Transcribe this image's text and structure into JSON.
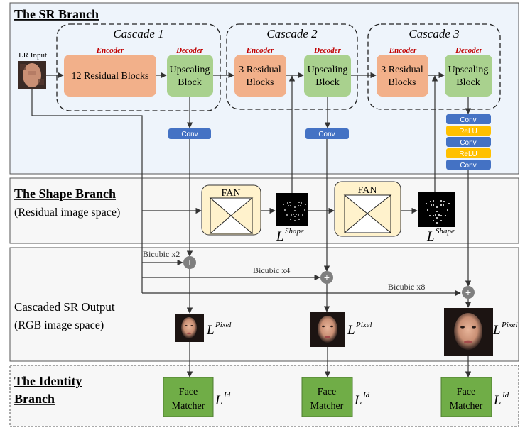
{
  "colors": {
    "sr_panel_bg": "#eef4fb",
    "encoder_fill": "#f2b08a",
    "decoder_fill": "#a9d18e",
    "conv_fill": "#4472c4",
    "relu_fill": "#ffc000",
    "fan_fill": "#fff2cc",
    "matcher_fill": "#70ad47",
    "red_label": "#c00000"
  },
  "sr_branch": {
    "title": "The SR Branch",
    "lr_input_label": "LR Input",
    "cascades": [
      {
        "title": "Cascade 1",
        "encoder_label": "Encoder",
        "decoder_label": "Decoder",
        "encoder_text": [
          "12 Residual Blocks"
        ],
        "decoder_text": [
          "Upscaling",
          "Block"
        ]
      },
      {
        "title": "Cascade 2",
        "encoder_label": "Encoder",
        "decoder_label": "Decoder",
        "encoder_text": [
          "3 Residual",
          "Blocks"
        ],
        "decoder_text": [
          "Upscaling",
          "Block"
        ]
      },
      {
        "title": "Cascade 3",
        "encoder_label": "Encoder",
        "decoder_label": "Decoder",
        "encoder_text": [
          "3 Residual",
          "Blocks"
        ],
        "decoder_text": [
          "Upscaling",
          "Block"
        ]
      }
    ],
    "conv_label": "Conv",
    "relu_label": "ReLU"
  },
  "shape_branch": {
    "title": "The Shape Branch",
    "subtitle": "(Residual image space)",
    "fan_label": "FAN",
    "loss_main": "L",
    "loss_sup": "Shape"
  },
  "output_branch": {
    "title": "Cascaded SR Output",
    "subtitle": "(RGB image space)",
    "bicubic": [
      "Bicubic x2",
      "Bicubic x4",
      "Bicubic x8"
    ],
    "loss_main": "L",
    "loss_sup": "Pixel"
  },
  "identity_branch": {
    "title_line1": "The Identity",
    "title_line2": "Branch",
    "matcher_text": [
      "Face",
      "Matcher"
    ],
    "loss_main": "L",
    "loss_sup": "Id"
  }
}
